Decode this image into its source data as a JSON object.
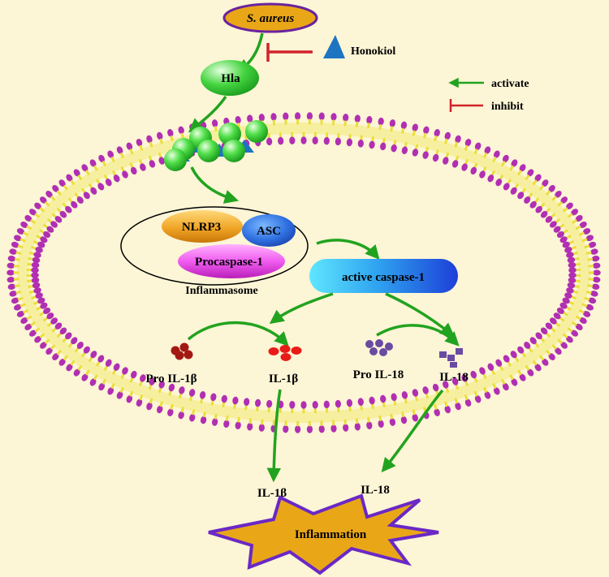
{
  "pathogen": {
    "label": "S. aureus"
  },
  "inhibitor": {
    "label": "Honokiol"
  },
  "toxin": {
    "label": "Hla"
  },
  "legend": {
    "activate_label": "activate",
    "inhibit_label": "inhibit"
  },
  "inflammasome": {
    "nlrp3_label": "NLRP3",
    "asc_label": "ASC",
    "procaspase_label": "Procaspase-1",
    "caption": "Inflammasome"
  },
  "caspase": {
    "label": "active caspase-1"
  },
  "cytokines": {
    "pro_il1b_label": "Pro IL-1β",
    "il1b_label": "IL-1β",
    "pro_il18_label": "Pro IL-18",
    "il18_label": "IL-18",
    "il1b_out_label": "IL-1β",
    "il18_out_label": "IL-18"
  },
  "outcome": {
    "label": "Inflammation"
  },
  "colors": {
    "background": "#FCF5D6",
    "activate": "#22A31F",
    "inhibit": "#D2222A",
    "lipid_head": "#B12FB2",
    "lipid_tail": "#E9DF3B",
    "hla_green": "#3FD33F",
    "honokiol_blue": "#1E74C0",
    "pathogen_fill": "#E9A718",
    "pathogen_border": "#6A239D",
    "starburst_fill": "#E9A718",
    "starburst_border": "#6A28C6",
    "il1b_red": "#E81B16",
    "pro_il1b_red": "#A21914",
    "il18_purple": "#6A4BA2"
  }
}
